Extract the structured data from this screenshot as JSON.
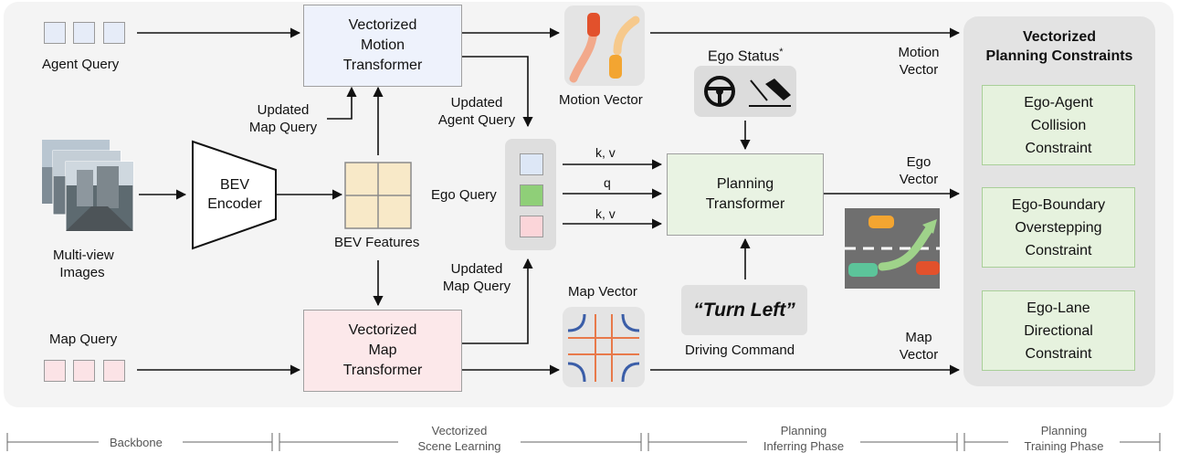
{
  "queries": {
    "agent_query": "Agent Query",
    "map_query": "Map Query",
    "ego_query": "Ego Query",
    "updated_map_query_1": "Updated",
    "updated_map_query_2": "Map Query",
    "updated_agent_query_1": "Updated",
    "updated_agent_query_2": "Agent Query",
    "updated_map_query_b1": "Updated",
    "updated_map_query_b2": "Map Query"
  },
  "images": {
    "label_1": "Multi-view",
    "label_2": "Images"
  },
  "bev_encoder": {
    "line1": "BEV",
    "line2": "Encoder"
  },
  "bev_features": "BEV Features",
  "motion_transformer": {
    "line1": "Vectorized",
    "line2": "Motion",
    "line3": "Transformer"
  },
  "map_transformer": {
    "line1": "Vectorized",
    "line2": "Map",
    "line3": "Transformer"
  },
  "planning_transformer": {
    "line1": "Planning",
    "line2": "Transformer"
  },
  "motion_vector_label": "Motion Vector",
  "map_vector_label": "Map Vector",
  "ego_status": {
    "label": "Ego Status",
    "star": "*"
  },
  "kv_top": "k, v",
  "q": "q",
  "kv_bottom": "k, v",
  "driving_command": {
    "quote": "“Turn Left”",
    "label": "Driving Command"
  },
  "out_labels": {
    "motion_1": "Motion",
    "motion_2": "Vector",
    "ego_1": "Ego",
    "ego_2": "Vector",
    "map_1": "Map",
    "map_2": "Vector"
  },
  "constraints": {
    "title_1": "Vectorized",
    "title_2": "Planning Constraints",
    "items": [
      {
        "l1": "Ego-Agent",
        "l2": "Collision",
        "l3": "Constraint"
      },
      {
        "l1": "Ego-Boundary",
        "l2": "Overstepping",
        "l3": "Constraint"
      },
      {
        "l1": "Ego-Lane",
        "l2": "Directional",
        "l3": "Constraint"
      }
    ]
  },
  "phases": {
    "backbone": "Backbone",
    "scene_1": "Vectorized",
    "scene_2": "Scene Learning",
    "infer_1": "Planning",
    "infer_2": "Inferring Phase",
    "train_1": "Planning",
    "train_2": "Training Phase"
  },
  "colors": {
    "agent_query": "#e6ecf8",
    "map_query": "#fbe3e6",
    "ego_q_blue": "#dde7f6",
    "ego_q_green": "#8fcf78",
    "ego_q_pink": "#fbd5d9",
    "motion_transformer": "#eef2fc",
    "map_transformer": "#fce8ea",
    "planning_transformer": "#e9f3e3",
    "constraint_box": "#e6f2de",
    "map_vector_orange": "#e8794a",
    "map_vector_blue": "#3b5ea8"
  }
}
